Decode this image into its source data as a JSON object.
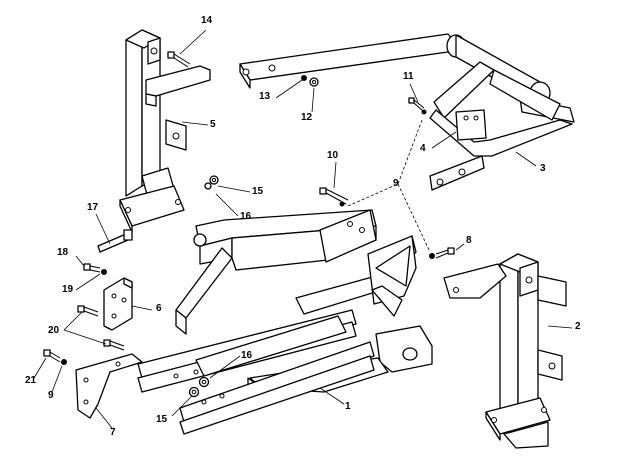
{
  "callouts": {
    "c1": "1",
    "c2": "2",
    "c3": "3",
    "c4": "4",
    "c5": "5",
    "c6": "6",
    "c7": "7",
    "c8": "8",
    "c9_top": "9",
    "c9_left": "9",
    "c10": "10",
    "c11": "11",
    "c12": "12",
    "c13": "13",
    "c14": "14",
    "c15_top": "15",
    "c15_bottom": "15",
    "c16_top": "16",
    "c16_bottom": "16",
    "c17": "17",
    "c18": "18",
    "c19": "19",
    "c20": "20",
    "c21": "21"
  }
}
